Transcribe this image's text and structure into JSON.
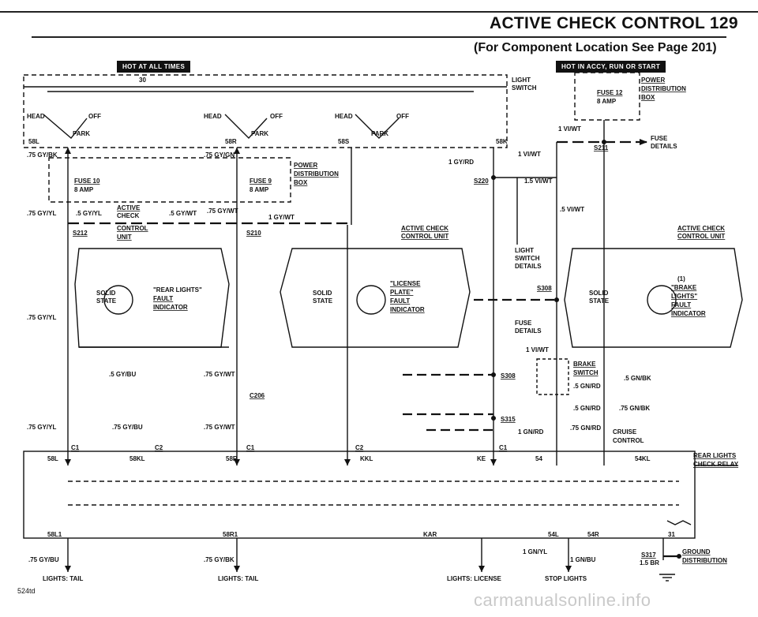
{
  "header": {
    "title": "ACTIVE CHECK CONTROL  129",
    "subtitle": "(For Component Location See Page 201)"
  },
  "badges": {
    "hot_all": "HOT AT ALL TIMES",
    "hot_accy": "HOT IN ACCY, RUN OR START"
  },
  "switches": {
    "light_switch": [
      "LIGHT",
      "SWITCH"
    ],
    "head": "HEAD",
    "off": "OFF",
    "park": "PARK",
    "terminal30": "30"
  },
  "power_box": {
    "title": [
      "POWER",
      "DISTRIBUTION",
      "BOX"
    ],
    "fuse10": "FUSE 10",
    "fuse9": "FUSE 9",
    "fuse12": "FUSE 12",
    "amp": "8 AMP"
  },
  "labels_left": {
    "gy_bk": ".75 GY/BK",
    "gy_gn": ".75 GY/GN",
    "gy_yl": ".75 GY/YL",
    "gy_yl_small": ".5 GY/YL",
    "gy_wt_small": ".5 GY/WT",
    "gy_wt": ".75 GY/WT",
    "gy_bu_small": ".5 GY/BU",
    "gy_bu": ".75 GY/BU",
    "s212": "S212",
    "s210": "S210",
    "acc_unit": [
      "ACTIVE",
      "CHECK",
      "CONTROL",
      "UNIT"
    ],
    "gy1": "1 GY/WT",
    "gy_rd1": "1 GY/RD"
  },
  "modules": {
    "solid_state": [
      "SOLID",
      "STATE"
    ],
    "rear_lights": [
      "\"REAR LIGHTS\"",
      "FAULT",
      "INDICATOR"
    ],
    "license_plate": [
      "\"LICENSE",
      "PLATE\"",
      "FAULT",
      "INDICATOR"
    ],
    "brake_lights": [
      "(1)",
      "\"BRAKE",
      "LIGHTS\"",
      "FAULT",
      "INDICATOR"
    ],
    "acc_unit_label": [
      "ACTIVE CHECK",
      "CONTROL UNIT"
    ]
  },
  "connectors": {
    "c206": "C206",
    "c1": "C1",
    "c2": "C2",
    "s220": "S220",
    "s308": "S308",
    "s315": "S315",
    "s211": "S211",
    "s317": "S317"
  },
  "right_labels": {
    "fuse_details": [
      "FUSE",
      "DETAILS"
    ],
    "light_switch_details": [
      "LIGHT",
      "SWITCH",
      "DETAILS"
    ],
    "brake_switch": [
      "BRAKE",
      "SWITCH"
    ],
    "cruise_control": [
      "CRUISE",
      "CONTROL"
    ],
    "rear_relay": [
      "REAR LIGHTS",
      "CHECK RELAY"
    ],
    "ground_dist": [
      "GROUND",
      "DISTRIBUTION"
    ],
    "vi_wt": "1 VI/WT",
    "vi_wt_15": "1.5 VI/WT",
    "vi_wt_5": ".5 VI/WT",
    "gn_bk": ".5 GN/BK",
    "gn_rd": ".5 GN/RD",
    "gn_rd_75": ".75 GN/RD",
    "gn_bk_75": ".75 GN/BK",
    "gn_rd1": "1 GN/RD",
    "gn_yl": "1 GN/YL",
    "gn_bu": "1 GN/BU",
    "br": "1.5 BR"
  },
  "bottom_labels": {
    "tail_left": "LIGHTS: TAIL",
    "tail_mid": "LIGHTS: TAIL",
    "license": "LIGHTS: LICENSE",
    "stop": "STOP LIGHTS"
  },
  "pins": {
    "p58l": "58L",
    "p58r": "58R",
    "p58s": "58S",
    "p58k": "58K",
    "p58kl": "58KL",
    "p54": "54",
    "p54kl": "54KL",
    "p54l": "54L",
    "p54r": "54R",
    "kkl": "KKL",
    "kar": "KAR",
    "ke": "KE",
    "p58l1": "58L1",
    "p58r1": "58R1",
    "p31": "31"
  },
  "footer": {
    "ref": "524td",
    "watermark": "carmanualsonline.info"
  }
}
